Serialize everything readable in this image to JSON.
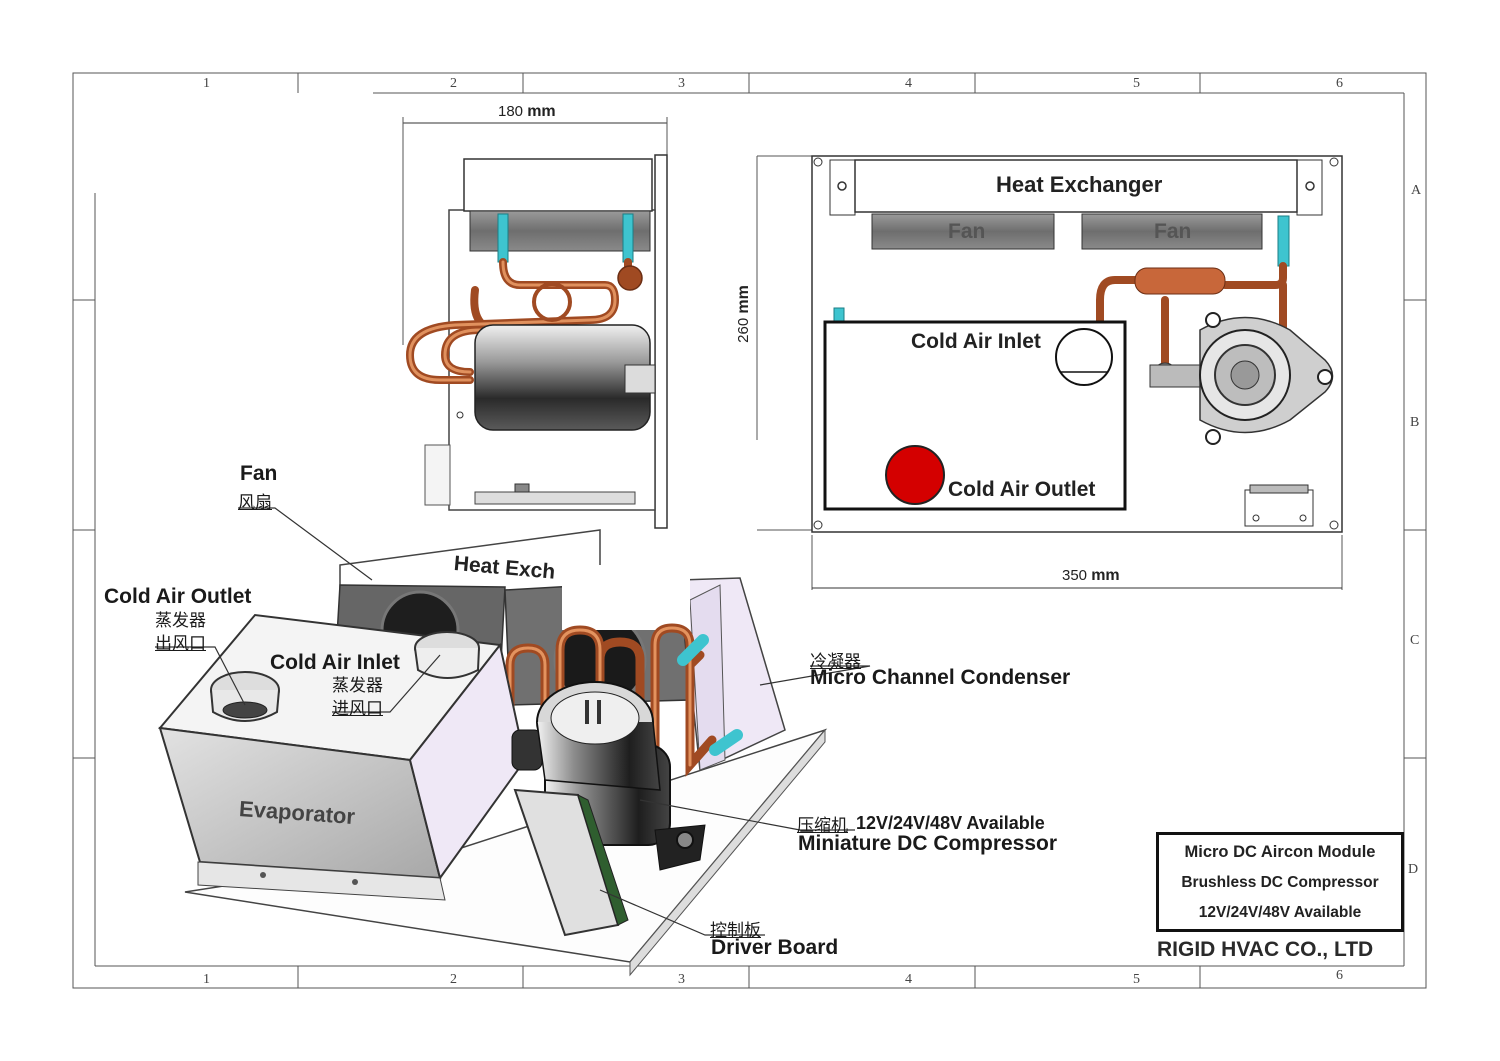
{
  "grid": {
    "columns_top": [
      "1",
      "2",
      "3",
      "4",
      "5",
      "6"
    ],
    "columns_bottom": [
      "1",
      "2",
      "3",
      "4",
      "5",
      "6"
    ],
    "rows": [
      "A",
      "B",
      "C",
      "D"
    ]
  },
  "dimensions": {
    "width_top": {
      "value": "180",
      "unit": "mm"
    },
    "height": {
      "value": "260",
      "unit": "mm"
    },
    "width_front": {
      "value": "350",
      "unit": "mm"
    }
  },
  "front_view": {
    "heat_exchanger": "Heat Exchanger",
    "fan_left": "Fan",
    "fan_right": "Fan",
    "cold_air_inlet": "Cold Air Inlet",
    "cold_air_outlet": "Cold Air Outlet"
  },
  "iso_view": {
    "heat_exchanger_partial": "Heat Exch",
    "evaporator": "Evaporator"
  },
  "callouts": {
    "fan": {
      "en": "Fan",
      "cn": "风扇"
    },
    "cold_air_outlet": {
      "en": "Cold Air Outlet",
      "cn1": "蒸发器",
      "cn2": "出风口"
    },
    "cold_air_inlet": {
      "en": "Cold Air Inlet",
      "cn1": "蒸发器",
      "cn2": "进风口"
    },
    "condenser": {
      "cn": "冷凝器",
      "en": "Micro Channel Condenser"
    },
    "compressor": {
      "cn": "压缩机",
      "voltage": "12V/24V/48V Available",
      "en": "Miniature DC Compressor"
    },
    "driver_board": {
      "cn": "控制板",
      "en": "Driver Board"
    }
  },
  "title_block": {
    "line1": "Micro DC Aircon Module",
    "line2": "Brushless DC Compressor",
    "line3": "12V/24V/48V Available"
  },
  "company": "RIGID HVAC CO., LTD",
  "colors": {
    "copper": "#c8673a",
    "cyan_fitting": "#3ec4cf",
    "red_outlet": "#d40000",
    "lavender_panel": "#efe8f6"
  }
}
